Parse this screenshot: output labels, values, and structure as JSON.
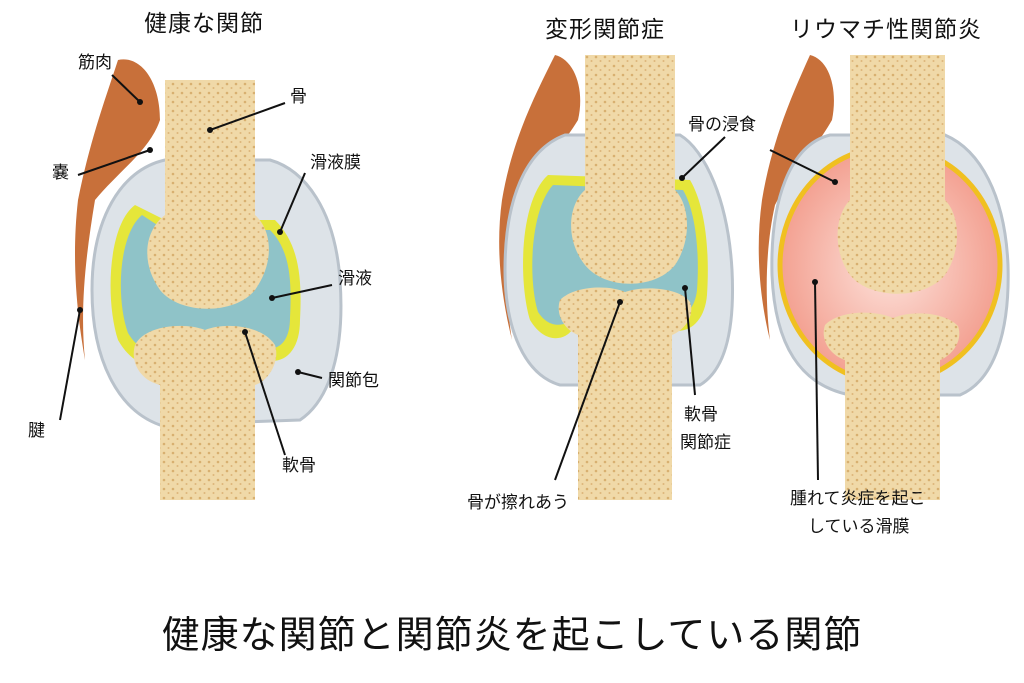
{
  "panels": {
    "healthy": {
      "title": "健康な関節",
      "labels": {
        "muscle": "筋肉",
        "bone": "骨",
        "bursa": "嚢",
        "synovial_membrane": "滑液膜",
        "synovial_fluid": "滑液",
        "tendon": "腱",
        "joint_capsule": "関節包",
        "cartilage": "軟骨"
      }
    },
    "osteoarthritis": {
      "title": "変形関節症",
      "labels": {
        "bone_erosion": "骨の浸食",
        "cartilage_disease_line1": "軟骨",
        "cartilage_disease_line2": "関節症",
        "bones_rubbing": "骨が擦れあう"
      }
    },
    "rheumatoid": {
      "title": "リウマチ性関節炎",
      "labels": {
        "inflamed_membrane_line1": "腫れて炎症を起こ",
        "inflamed_membrane_line2": "している滑膜"
      }
    }
  },
  "caption": "健康な関節と関節炎を起こしている関節",
  "colors": {
    "bone": "#f0d9a8",
    "bone_dots": "#d8b070",
    "fluid": "#8fc3c8",
    "membrane": "#e5e63a",
    "muscle": "#c8703a",
    "capsule": "#dde3e8",
    "inflamed": "#f4a89a"
  }
}
